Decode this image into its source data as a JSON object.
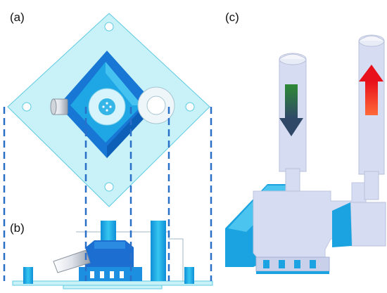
{
  "panels": {
    "a": {
      "label": "(a)"
    },
    "b": {
      "label": "(b)"
    },
    "c": {
      "label": "(c)"
    }
  },
  "colors": {
    "plate_light": "#c7f2f8",
    "plate_edge": "#62cfe6",
    "body_blue": "#1aa3e0",
    "body_mid": "#2f86d6",
    "body_dark": "#1b5fc0",
    "dashed_line": "#2a6fc8",
    "section_face": "#d6dcf2",
    "flow_in_top": "#2e7a33",
    "flow_in_bottom": "#2f4a6a",
    "flow_out_top": "#e10f0f",
    "flow_out_bottom": "#ff5a3a"
  },
  "icons": {
    "flow_in": "down-arrow-icon",
    "flow_out": "up-arrow-icon"
  }
}
